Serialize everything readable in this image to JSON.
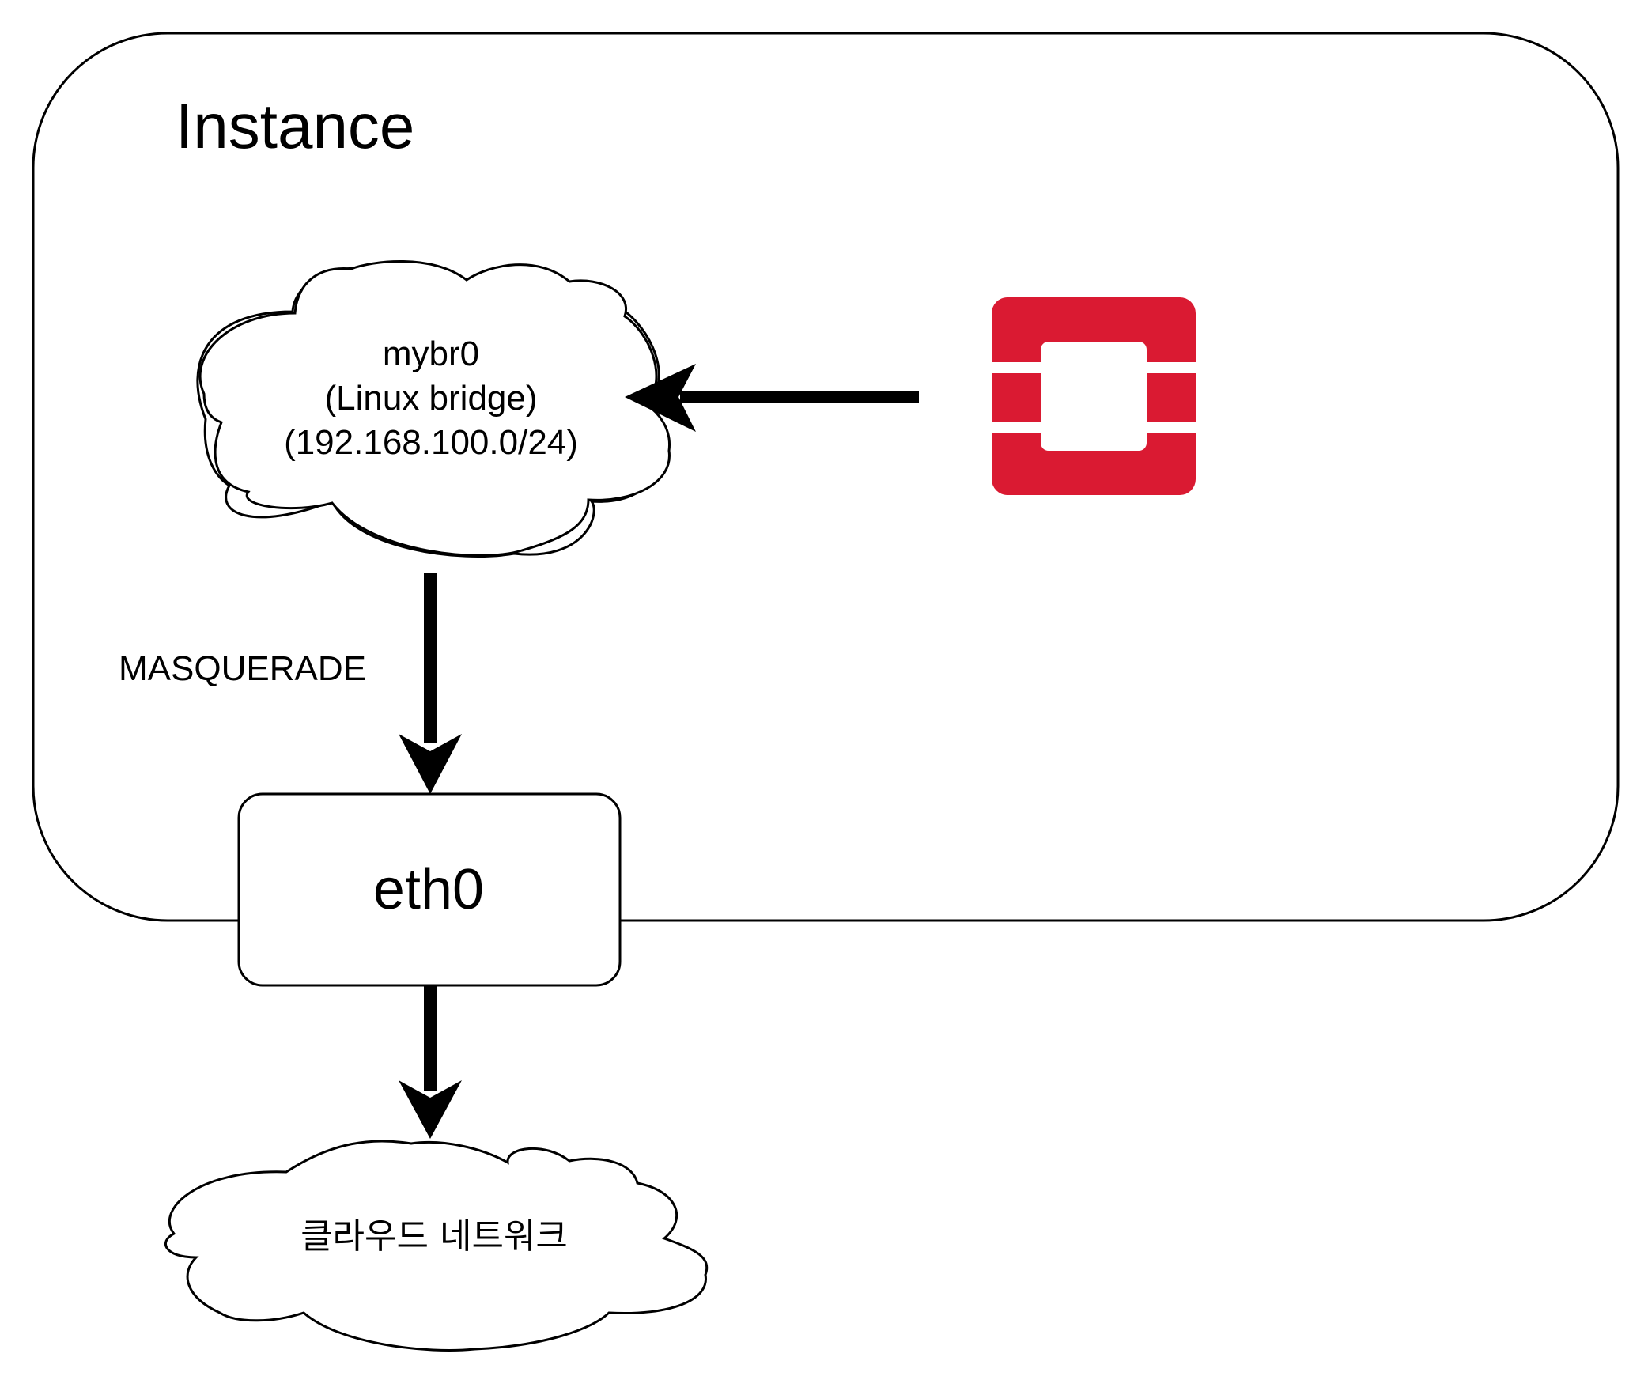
{
  "instance": {
    "title": "Instance"
  },
  "bridge": {
    "line1": "mybr0",
    "line2": "(Linux bridge)",
    "line3": "(192.168.100.0/24)"
  },
  "nat": {
    "label": "MASQUERADE"
  },
  "interface": {
    "label": "eth0"
  },
  "external": {
    "label": "클라우드 네트워크"
  },
  "logo": {
    "name": "openstack-logo-icon",
    "color": "#DA1A32"
  },
  "colors": {
    "stroke": "#000000",
    "background": "#FFFFFF"
  }
}
